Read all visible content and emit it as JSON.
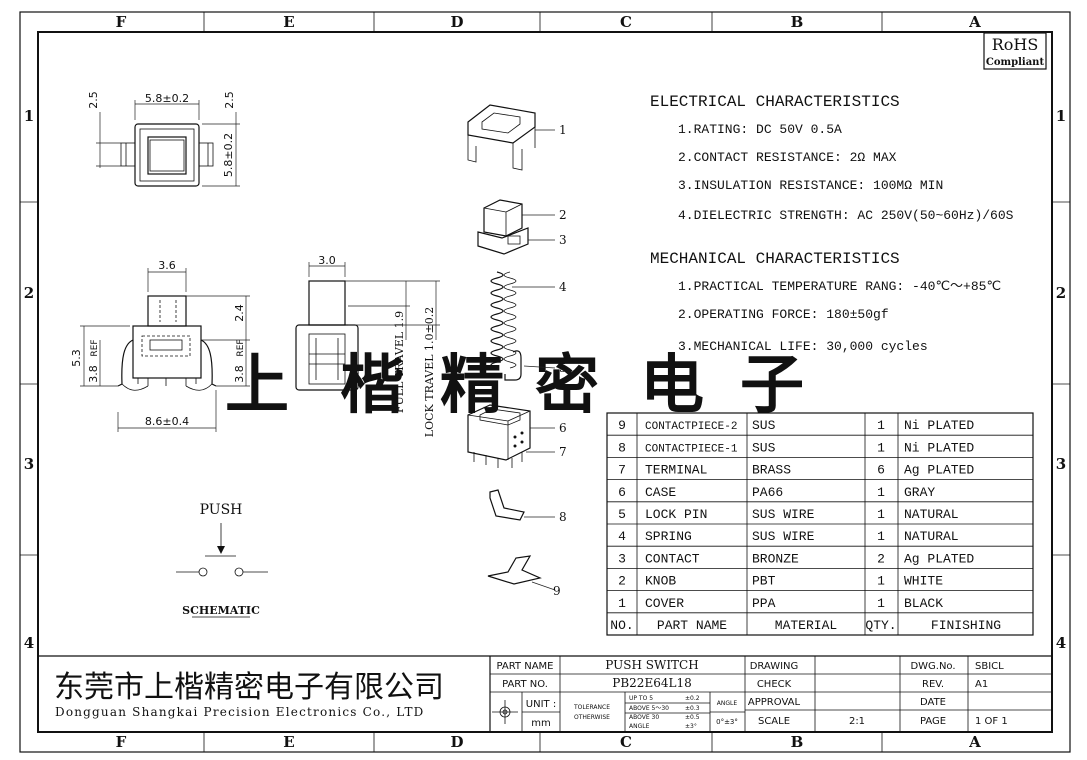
{
  "frame": {
    "columns": [
      "F",
      "E",
      "D",
      "C",
      "B",
      "A"
    ],
    "rows": [
      "1",
      "2",
      "3",
      "4"
    ]
  },
  "rohs": {
    "line1": "RoHS",
    "line2": "Compliant"
  },
  "watermark": [
    "上",
    "楷",
    "精",
    "密",
    "电",
    "子"
  ],
  "electrical": {
    "title": "ELECTRICAL CHARACTERISTICS",
    "items": [
      "1.RATING: DC 50V 0.5A",
      "2.CONTACT RESISTANCE: 2Ω MAX",
      "3.INSULATION RESISTANCE: 100MΩ MIN",
      "4.DIELECTRIC STRENGTH: AC 250V(50~60Hz)/60S"
    ]
  },
  "mechanical": {
    "title": "MECHANICAL CHARACTERISTICS",
    "items": [
      "1.PRACTICAL TEMPERATURE RANG: -40℃～+85℃",
      "2.OPERATING FORCE: 180±50gf",
      "3.MECHANICAL LIFE: 30,000 cycles"
    ]
  },
  "dimensions": {
    "top_width": "5.8±0.2",
    "top_height": "5.8±0.2",
    "top_left_gap": "2.5",
    "top_right_gap": "2.5",
    "front_knob_width": "3.6",
    "front_total_height": "5.3",
    "front_ref_left": "REF",
    "front_base": "3.8",
    "front_ref_right": "REF",
    "front_base_right": "3.8",
    "front_knob_height": "2.4",
    "front_width": "8.6±0.4",
    "side_knob_width": "3.0",
    "full_travel": "FULL TRAVEL 1.9",
    "lock_travel": "LOCK TRAVEL 1.0±0.2"
  },
  "balloons": [
    "1",
    "2",
    "3",
    "4",
    "5",
    "6",
    "7",
    "8",
    "9"
  ],
  "schematic": {
    "push_label": "PUSH",
    "caption": "SCHEMATIC"
  },
  "bom": {
    "headers": [
      "NO.",
      "PART NAME",
      "MATERIAL",
      "QTY.",
      "FINISHING"
    ],
    "rows": [
      [
        "9",
        "CONTACTPIECE-2",
        "SUS",
        "1",
        "Ni PLATED"
      ],
      [
        "8",
        "CONTACTPIECE-1",
        "SUS",
        "1",
        "Ni PLATED"
      ],
      [
        "7",
        "TERMINAL",
        "BRASS",
        "6",
        "Ag PLATED"
      ],
      [
        "6",
        "CASE",
        "PA66",
        "1",
        "GRAY"
      ],
      [
        "5",
        "LOCK PIN",
        "SUS WIRE",
        "1",
        "NATURAL"
      ],
      [
        "4",
        "SPRING",
        "SUS WIRE",
        "1",
        "NATURAL"
      ],
      [
        "3",
        "CONTACT",
        "BRONZE",
        "2",
        "Ag PLATED"
      ],
      [
        "2",
        "KNOB",
        "PBT",
        "1",
        "WHITE"
      ],
      [
        "1",
        "COVER",
        "PPA",
        "1",
        "BLACK"
      ]
    ]
  },
  "title_block": {
    "company_cn": "东莞市上楷精密电子有限公司",
    "company_en": "Dongguan Shangkai Precision Electronics Co., LTD",
    "part_name_label": "PART NAME",
    "part_name": "PUSH SWITCH",
    "part_no_label": "PART NO.",
    "part_no": "PB22E64L18",
    "unit_label": "UNIT :",
    "unit": "mm",
    "tolerance_label": "TOLERANCE",
    "otherwise_label": "OTHERWISE",
    "tol_upto5": "UP TO 5",
    "tol_upto5_val": "±0.2",
    "tol_above5": "ABOVE 5～30",
    "tol_above5_val": "±0.3",
    "tol_above30": "ABOVE 30",
    "tol_above30_val": "±0.5",
    "angle_label": "ANGLE",
    "angle_label2": "ANGLE",
    "angle_val": "±3°",
    "angle_tol": "0°±3°",
    "drawing_label": "DRAWING",
    "check_label": "CHECK",
    "approval_label": "APPROVAL",
    "scale_label": "SCALE",
    "scale": "2:1",
    "dwg_no_label": "DWG.No.",
    "dwg_no": "SBICL",
    "rev_label": "REV.",
    "rev": "A1",
    "date_label": "DATE",
    "date": "",
    "page_label": "PAGE",
    "page": "1 OF 1"
  }
}
